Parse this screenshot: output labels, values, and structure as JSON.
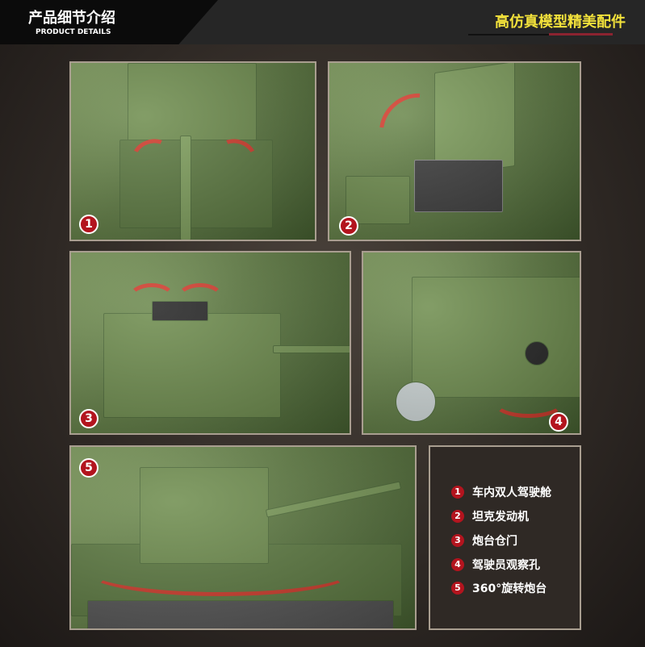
{
  "header": {
    "title": "产品细节介绍",
    "subtitle": "PRODUCT DETAILS",
    "tagline": "高仿真模型精美配件"
  },
  "panels": [
    {
      "number": "1"
    },
    {
      "number": "2"
    },
    {
      "number": "3"
    },
    {
      "number": "4"
    },
    {
      "number": "5"
    }
  ],
  "features": [
    {
      "number": "1",
      "label": "车内双人驾驶舱"
    },
    {
      "number": "2",
      "label": "坦克发动机"
    },
    {
      "number": "3",
      "label": "炮台仓门"
    },
    {
      "number": "4",
      "label": "驾驶员观察孔"
    },
    {
      "number": "5",
      "label": "360°旋转炮台"
    }
  ],
  "colors": {
    "accent": "#b3141e",
    "tagline": "#f3e23b",
    "tank_green": "#6d8c4c"
  }
}
